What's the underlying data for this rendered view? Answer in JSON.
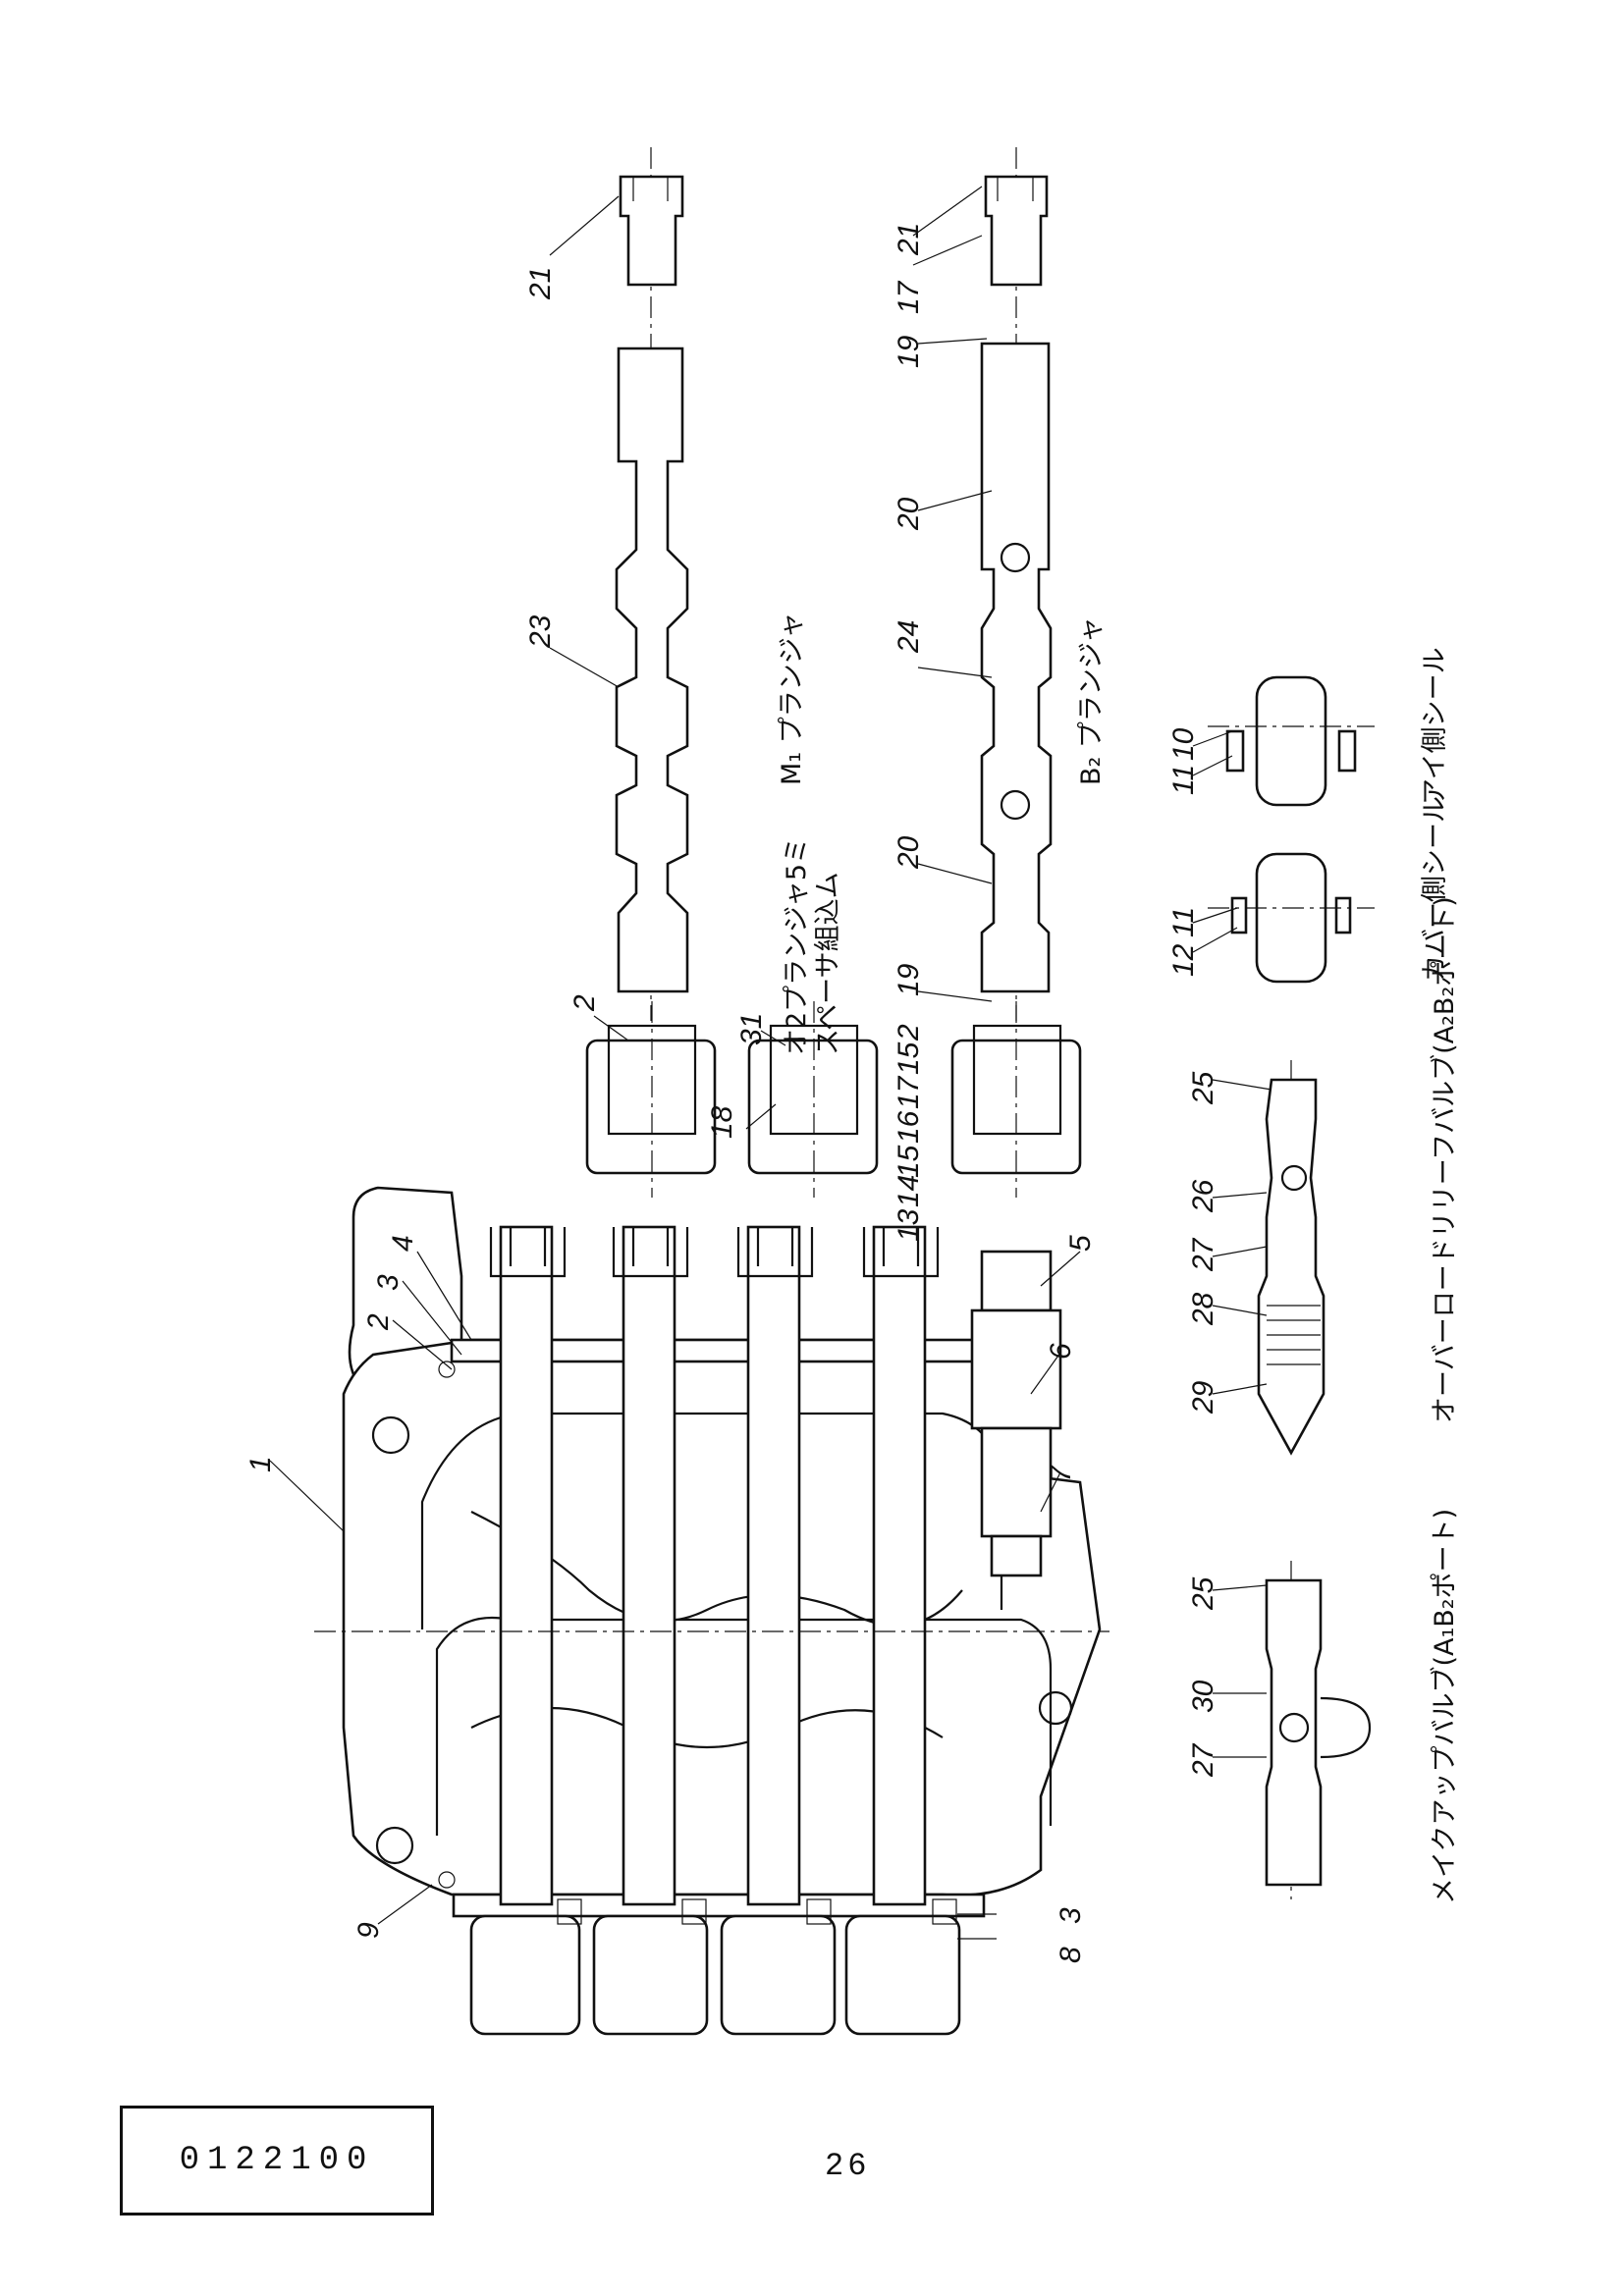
{
  "callouts": {
    "c1": "1",
    "c2a": "2",
    "c3a": "3",
    "c4": "4",
    "c5": "5",
    "c6": "6",
    "c7": "7",
    "c8": "8",
    "c3b": "3",
    "c9": "9",
    "c21a": "21",
    "c23": "23",
    "c2b": "2",
    "c31": "31",
    "c18": "18",
    "c21b": "21",
    "c17a": "17",
    "c19a": "19",
    "c20a": "20",
    "c24": "24",
    "c20b": "20",
    "c19b": "19",
    "c2c": "2",
    "c15a": "15",
    "c17b": "17",
    "c16": "16",
    "c15b": "15",
    "c14": "14",
    "c13": "13",
    "c10": "10",
    "c11a": "11",
    "c11b": "11",
    "c12": "12",
    "c25a": "25",
    "c26": "26",
    "c27a": "27",
    "c28": "28",
    "c29": "29",
    "c25b": "25",
    "c30": "30",
    "c27b": "27"
  },
  "labels": {
    "m1_plunger": "M₁ プランジャ",
    "b2_plunger": "B₂ プランジャ",
    "plunger_spacer_1": "オ2プランジャ5ミ",
    "plunger_spacer_2": "スペーサ組込ム",
    "cover_side_seal": "カバー側シール",
    "eye_side_seal": "アイ側シール",
    "overload_relief": "オーバーロードリリーフバルブ(A₂B₂ポート)",
    "makeup_valve": "メイクアップバルブ(A₁B₂ポート)"
  },
  "doc_number": "0122100",
  "page_number": "26"
}
